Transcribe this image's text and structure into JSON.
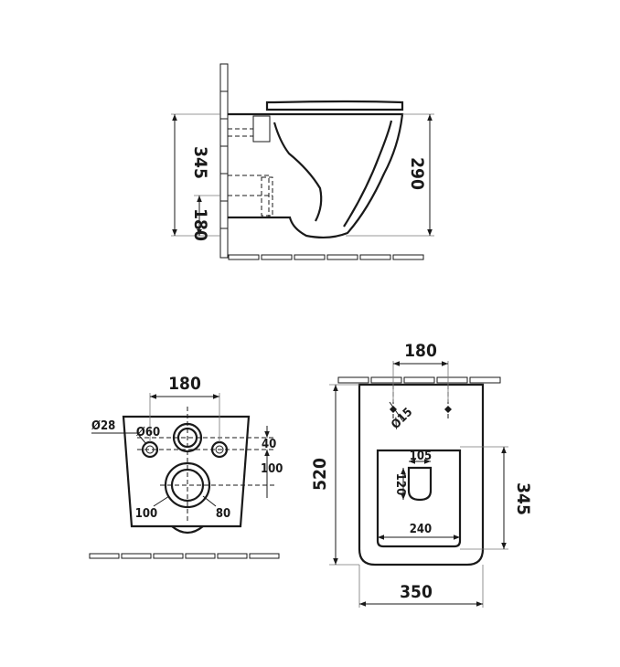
{
  "side_view": {
    "dim_345": "345",
    "dim_180": "180",
    "dim_290": "290"
  },
  "rear_view": {
    "dim_180": "180",
    "dim_d28": "Ø28",
    "dim_d60": "Ø60",
    "dim_40": "40",
    "dim_100_right": "100",
    "dim_100_bottom": "100",
    "dim_80": "80"
  },
  "top_view": {
    "dim_180": "180",
    "dim_d15": "Ø15",
    "dim_520": "520",
    "dim_105": "105",
    "dim_120": "120",
    "dim_240": "240",
    "dim_345": "345",
    "dim_350": "350"
  }
}
